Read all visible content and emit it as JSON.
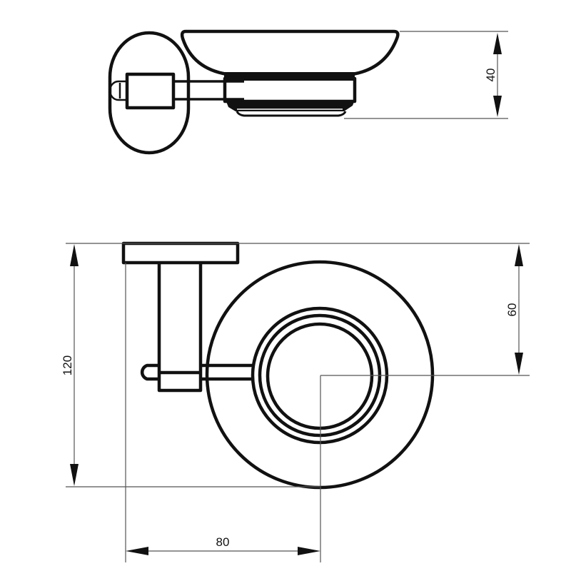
{
  "drawing": {
    "type": "technical-drawing",
    "subject": "wall-mounted soap dish holder",
    "views": [
      {
        "name": "side view",
        "position": "top"
      },
      {
        "name": "front view",
        "position": "bottom"
      }
    ],
    "line_color": "#111111",
    "dimension_line_color": "#555555",
    "background": "#ffffff"
  },
  "dimensions": {
    "height_side": "40",
    "total_height": "120",
    "center_height": "60",
    "projection_width": "80"
  }
}
